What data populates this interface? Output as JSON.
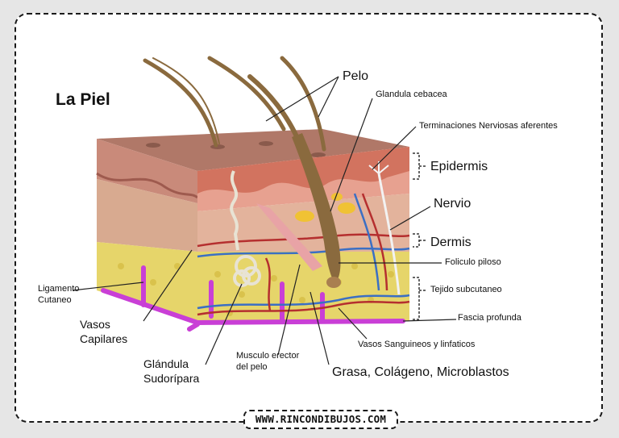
{
  "title": "La Piel",
  "labels": {
    "pelo": "Pelo",
    "glandula_cebacea": "Glandula cebacea",
    "terminaciones": "Terminaciones Nerviosas aferentes",
    "epidermis": "Epidermis",
    "nervio": "Nervio",
    "dermis": "Dermis",
    "foliculo": "Foliculo piloso",
    "tejido": "Tejido subcutaneo",
    "fascia": "Fascia profunda",
    "vasos_sanguineos": "Vasos Sanguineos y linfaticos",
    "grasa": "Grasa, Colágeno, Microblastos",
    "musculo_line1": "Musculo erector",
    "musculo_line2": "del pelo",
    "glandula_sud_line1": "Glándula",
    "glandula_sud_line2": "Sudorípara",
    "vasos_cap_line1": "Vasos",
    "vasos_cap_line2": "Capilares",
    "ligamento_line1": "Ligamento",
    "ligamento_line2": "Cutaneo"
  },
  "watermark": "WWW.RINCONDIBUJOS.COM",
  "colors": {
    "epidermis": "#d98a7a",
    "dermis": "#dcae94",
    "subcutaneous": "#e6d56a",
    "fascia": "#c93fd6",
    "hair": "#8a6a3e",
    "vein": "#3b6fc4",
    "artery": "#b52f2f"
  }
}
